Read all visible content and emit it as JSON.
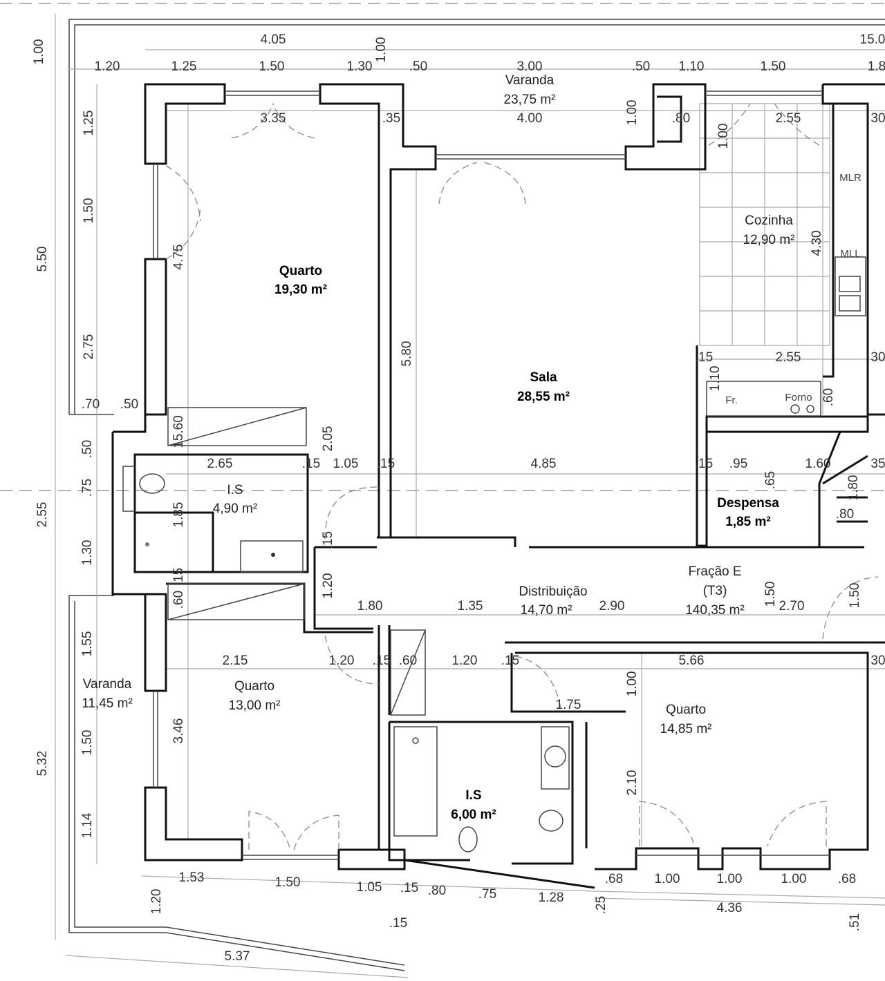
{
  "rooms": [
    {
      "name": "Varanda",
      "area": "23,75 m²"
    },
    {
      "name": "Quarto",
      "area": "19,30 m²"
    },
    {
      "name": "Sala",
      "area": "28,55 m²"
    },
    {
      "name": "Cozinha",
      "area": "12,90 m²"
    },
    {
      "name": "I.S",
      "area": "4,90 m²"
    },
    {
      "name": "Despensa",
      "area": "1,85 m²"
    },
    {
      "name": "Distribuição",
      "area": "14,70 m²"
    },
    {
      "name": "Varanda",
      "area": "11,45 m²"
    },
    {
      "name": "Quarto",
      "area": "13,00 m²"
    },
    {
      "name": "I.S",
      "area": "6,00 m²"
    },
    {
      "name": "Quarto",
      "area": "14,85 m²"
    }
  ],
  "unit": {
    "name": "Fração E",
    "type": "(T3)",
    "area": "140,35 m²"
  },
  "fixtures": {
    "mlr": "MLR",
    "mll": "MLL",
    "fridge": "Fr.",
    "oven": "Forno"
  },
  "dimensions": [
    "1.00",
    "4.05",
    "1.00",
    "15.0",
    "1.20",
    "1.25",
    "1.50",
    "1.30",
    ".50",
    "3.00",
    ".50",
    "1.10",
    "1.50",
    "1.8",
    "3.35",
    ".35",
    "4.00",
    "1.00",
    ".80",
    "1.00",
    "2.55",
    "30",
    "1.25",
    "1.50",
    "5.50",
    "4.75",
    "2.75",
    ".70",
    ".50",
    "5.80",
    "4.30",
    ".15",
    "2.55",
    "30",
    "1.10",
    ".60",
    "15.60",
    "2.05",
    ".50",
    "2.65",
    ".15",
    "1.05",
    ".15",
    "4.85",
    ".15",
    ".95",
    "1.60",
    "35",
    ".75",
    "2.55",
    "1.85",
    ".65",
    "1.80",
    ".80",
    "1.30",
    ".15",
    "1.20",
    ".15",
    ".60",
    "1.80",
    "1.35",
    "2.90",
    "1.50",
    "2.70",
    "1.50",
    "1.55",
    "2.15",
    "1.20",
    ".15",
    ".60",
    "1.20",
    ".15",
    "5.66",
    "30",
    "1.00",
    "1.75",
    "3.46",
    "1.50",
    "5.32",
    "2.10",
    "1.14",
    "1.53",
    "1.50",
    "1.05",
    ".15",
    ".80",
    ".75",
    "1.28",
    ".68",
    "1.00",
    "1.00",
    "1.00",
    ".68",
    ".25",
    "4.36",
    ".51",
    "1.20",
    ".15",
    "5.37"
  ]
}
